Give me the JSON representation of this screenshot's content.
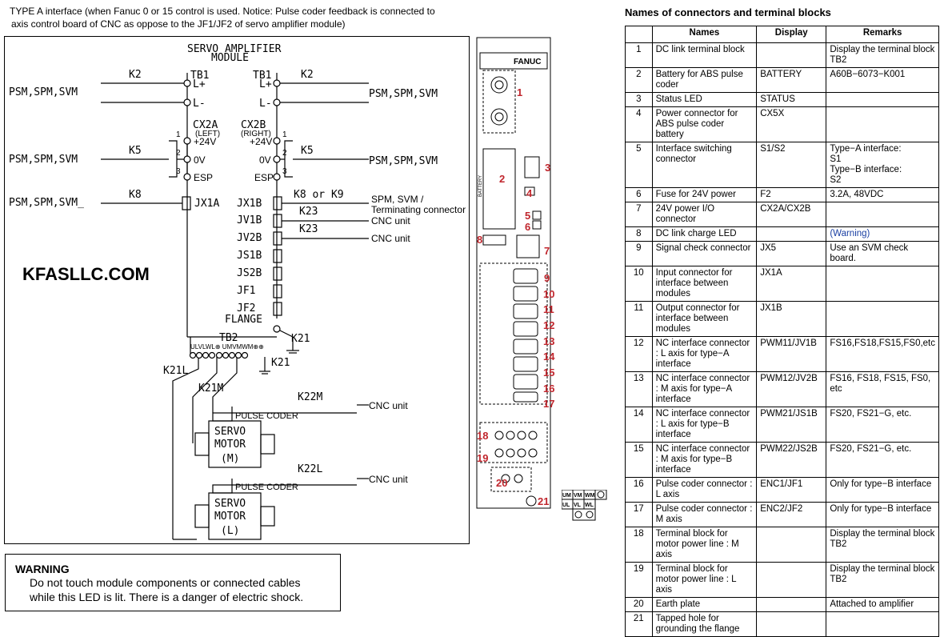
{
  "header": {
    "line1": "TYPE A interface  (when Fanuc 0 or 15 control is used. Notice: Pulse coder feedback is connected to",
    "line2": "axis control board of CNC as oppose to the JF1/JF2 of servo amplifier module)"
  },
  "diagram": {
    "title1": "SERVO AMPLIFIER",
    "title2": "MODULE",
    "tb1_left": "TB1",
    "tb1_right": "TB1",
    "lplus": "L+",
    "lminus": "L-",
    "k2": "K2",
    "psm_spm_svm": "PSM,SPM,SVM",
    "psm_spm_svm_underscore": "PSM,SPM,SVM_",
    "cx2a": "CX2A",
    "cx2a_sub": "(LEFT)",
    "cx2b": "CX2B",
    "cx2b_sub": "(RIGHT)",
    "v24": "+24V",
    "v0": "0V",
    "esp": "ESP",
    "pin1": "1",
    "pin2": "2",
    "pin3": "3",
    "k5": "K5",
    "k8": "K8",
    "k8k9": "K8 or K9",
    "k23": "K23",
    "jx1a": "JX1A",
    "jx1b": "JX1B",
    "jv1b": "JV1B",
    "jv2b": "JV2B",
    "js1b": "JS1B",
    "js2b": "JS2B",
    "jf1": "JF1",
    "jf2": "JF2",
    "flange": "FLANGE",
    "k21": "K21",
    "tb2": "TB2",
    "k21l": "K21L",
    "k21m": "K21M",
    "k22m": "K22M",
    "k22l": "K22L",
    "pulse_coder": "PULSE CODER",
    "servo": "SERVO",
    "motor": "MOTOR",
    "m": "(M)",
    "l": "(L)",
    "spm_svm": "SPM, SVM /",
    "terminating": "Terminating connector",
    "cnc_unit": "CNC unit",
    "tb2_terms": "ULVLWL⊕ UMVMWM⊕⊕"
  },
  "site_label": "KFASLLC.COM",
  "warning": {
    "title": "WARNING",
    "line1": "Do not touch module components or connected cables",
    "line2": "while this LED is lit.  There is a danger of electric shock."
  },
  "unit": {
    "brand": "FANUC",
    "battery": "BATTERY",
    "callouts": [
      "1",
      "2",
      "3",
      "4",
      "5",
      "6",
      "7",
      "8",
      "9",
      "10",
      "11",
      "12",
      "13",
      "14",
      "15",
      "16",
      "17",
      "18",
      "19",
      "20",
      "21"
    ]
  },
  "legend": {
    "um": "UM",
    "vm": "VM",
    "wm": "WM",
    "ul": "UL",
    "vl": "VL",
    "wl": "WL"
  },
  "table": {
    "title": "Names of connectors and terminal blocks",
    "headers": [
      "",
      "Names",
      "Display",
      "Remarks"
    ],
    "rows": [
      [
        "1",
        "DC link terminal block",
        "",
        "Display the terminal block TB2"
      ],
      [
        "2",
        "Battery for ABS pulse coder",
        "BATTERY",
        "A60B−6073−K001"
      ],
      [
        "3",
        "Status LED",
        "STATUS",
        ""
      ],
      [
        "4",
        "Power connector for ABS pulse coder battery",
        "CX5X",
        ""
      ],
      [
        "5",
        "Interface switching connector",
        "S1/S2",
        "Type−A interface:\nS1\nType−B interface:\nS2"
      ],
      [
        "6",
        "Fuse for 24V power",
        "F2",
        "3.2A, 48VDC"
      ],
      [
        "7",
        "24V power I/O connector",
        "CX2A/CX2B",
        ""
      ],
      [
        "8",
        "DC link charge LED",
        "",
        "(Warning)"
      ],
      [
        "9",
        "Signal check connector",
        "JX5",
        "Use an SVM check board."
      ],
      [
        "10",
        "Input connector for interface between modules",
        "JX1A",
        ""
      ],
      [
        "11",
        "Output connector for interface between modules",
        "JX1B",
        ""
      ],
      [
        "12",
        "NC interface connector : L axis for type−A interface",
        "PWM11/JV1B",
        "FS16,FS18,FS15,FS0,etc"
      ],
      [
        "13",
        "NC interface connector : M axis for type−A interface",
        "PWM12/JV2B",
        "FS16, FS18, FS15, FS0, etc"
      ],
      [
        "14",
        "NC interface connector : L axis for type−B interface",
        "PWM21/JS1B",
        "FS20, FS21−G, etc."
      ],
      [
        "15",
        "NC interface connector : M axis for type−B interface",
        "PWM22/JS2B",
        "FS20, FS21−G, etc."
      ],
      [
        "16",
        "Pulse coder connector : L axis",
        "ENC1/JF1",
        "Only for type−B interface"
      ],
      [
        "17",
        "Pulse coder connector : M axis",
        "ENC2/JF2",
        "Only for type−B interface"
      ],
      [
        "18",
        "Terminal block for motor power line : M axis",
        "",
        "Display the terminal block TB2"
      ],
      [
        "19",
        "Terminal block for motor power line : L axis",
        "",
        "Display the terminal block TB2"
      ],
      [
        "20",
        "Earth plate",
        "",
        "Attached to amplifier"
      ],
      [
        "21",
        "Tapped hole for grounding the flange",
        "",
        ""
      ]
    ]
  }
}
